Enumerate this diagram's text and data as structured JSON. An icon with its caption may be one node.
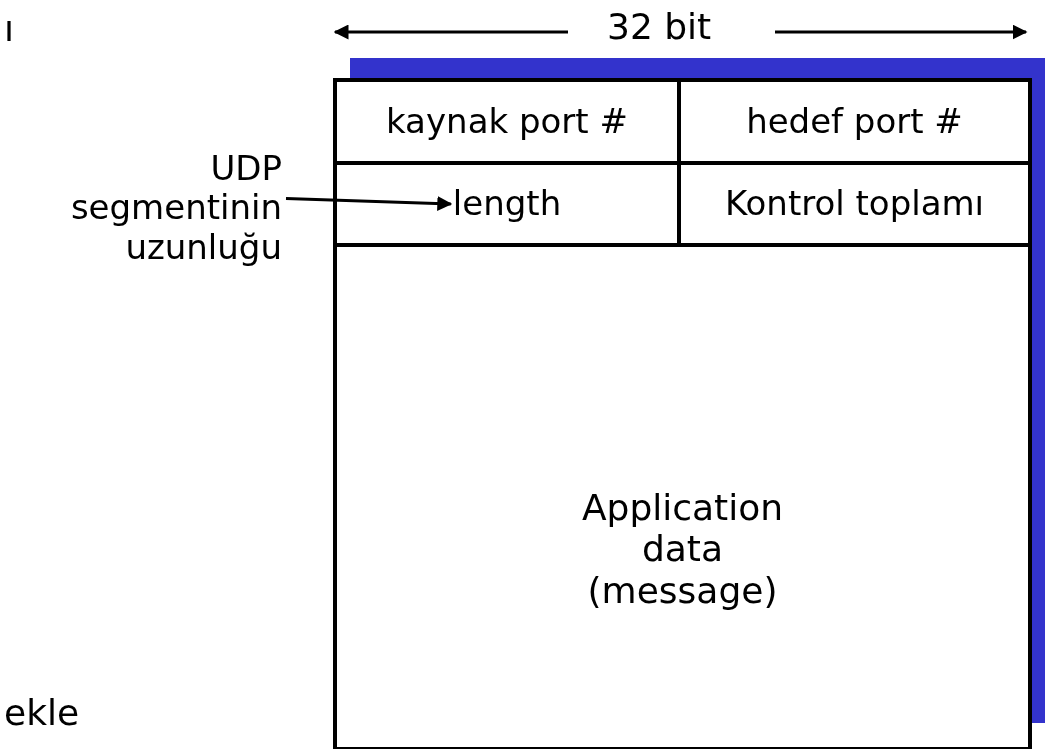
{
  "diagram": {
    "nodes": [
      {
        "text": [
          "kaynak port #"
        ]
      },
      {
        "text": [
          "hedef port #"
        ]
      },
      {
        "text": [
          "length"
        ]
      },
      {
        "text": [
          "Kontrol toplamı"
        ]
      },
      {
        "text": [
          "Application data (message)"
        ]
      },
      {
        "text": [
          "UDP segmentinin uzunluğu"
        ]
      }
    ],
    "edges": [
      {
        "from": 5,
        "to": 2,
        "arrow": "to"
      }
    ],
    "labels": [
      "ı",
      "32 bit",
      "ekle"
    ]
  }
}
